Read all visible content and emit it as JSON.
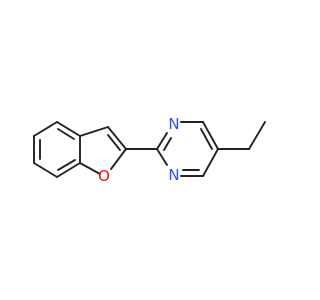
{
  "molecule": {
    "atoms": [
      {
        "id": "O1",
        "element": "O",
        "label": "O",
        "color": "#ff0d0d"
      },
      {
        "id": "N1",
        "element": "N",
        "label": "N",
        "color": "#3050f8"
      },
      {
        "id": "N2",
        "element": "N",
        "label": "N",
        "color": "#3050f8"
      }
    ],
    "bond_color": "#222222",
    "background": "#ffffff"
  }
}
